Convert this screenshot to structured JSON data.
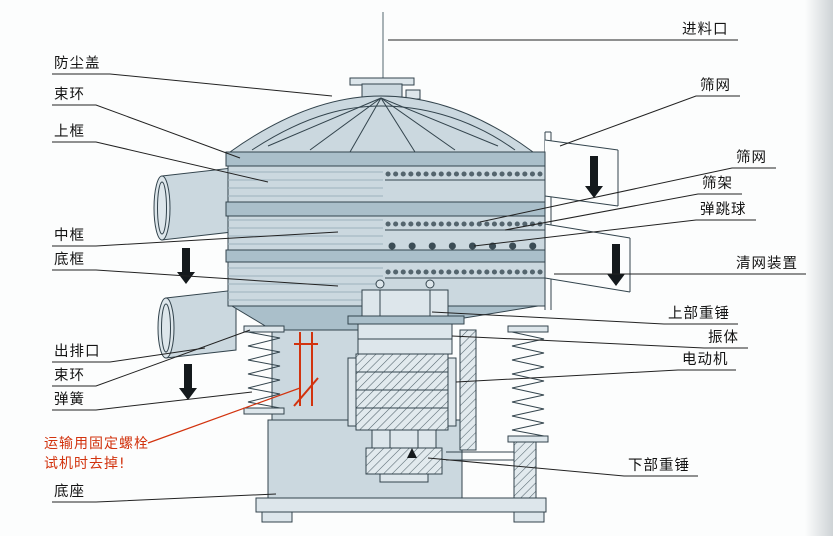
{
  "labels": {
    "left": [
      {
        "id": "dust-cover",
        "text": "防尘盖"
      },
      {
        "id": "clamp-ring-top",
        "text": "束环"
      },
      {
        "id": "upper-frame",
        "text": "上框"
      },
      {
        "id": "middle-frame",
        "text": "中框"
      },
      {
        "id": "bottom-frame",
        "text": "底框"
      },
      {
        "id": "discharge-outlet",
        "text": "出排口"
      },
      {
        "id": "clamp-ring-bottom",
        "text": "束环"
      },
      {
        "id": "spring",
        "text": "弹簧"
      },
      {
        "id": "base",
        "text": "底座"
      }
    ],
    "warning": {
      "id": "transport-bolt-note",
      "line1": "运输用固定螺栓",
      "line2": "试机时去掉!",
      "color": "#d2330e"
    },
    "right": [
      {
        "id": "feed-inlet",
        "text": "进料口"
      },
      {
        "id": "screen-mesh-1",
        "text": "筛网"
      },
      {
        "id": "screen-mesh-2",
        "text": "筛网"
      },
      {
        "id": "screen-frame",
        "text": "筛架"
      },
      {
        "id": "bouncing-ball",
        "text": "弹跳球"
      },
      {
        "id": "net-cleaning-device",
        "text": "清网装置"
      },
      {
        "id": "upper-weight",
        "text": "上部重锤"
      },
      {
        "id": "vibrating-body",
        "text": "振体"
      },
      {
        "id": "motor",
        "text": "电动机"
      },
      {
        "id": "lower-weight",
        "text": "下部重锤"
      }
    ]
  },
  "icons": {
    "flow_arrow": "▼"
  },
  "colors": {
    "machine_body": "#cbd8df",
    "clamp_band": "#aabfca",
    "outline": "#33444d",
    "label_text": "#141414",
    "warning_text": "#d2330e",
    "flow_arrow": "#14191c",
    "background": "#fcfdfd"
  }
}
